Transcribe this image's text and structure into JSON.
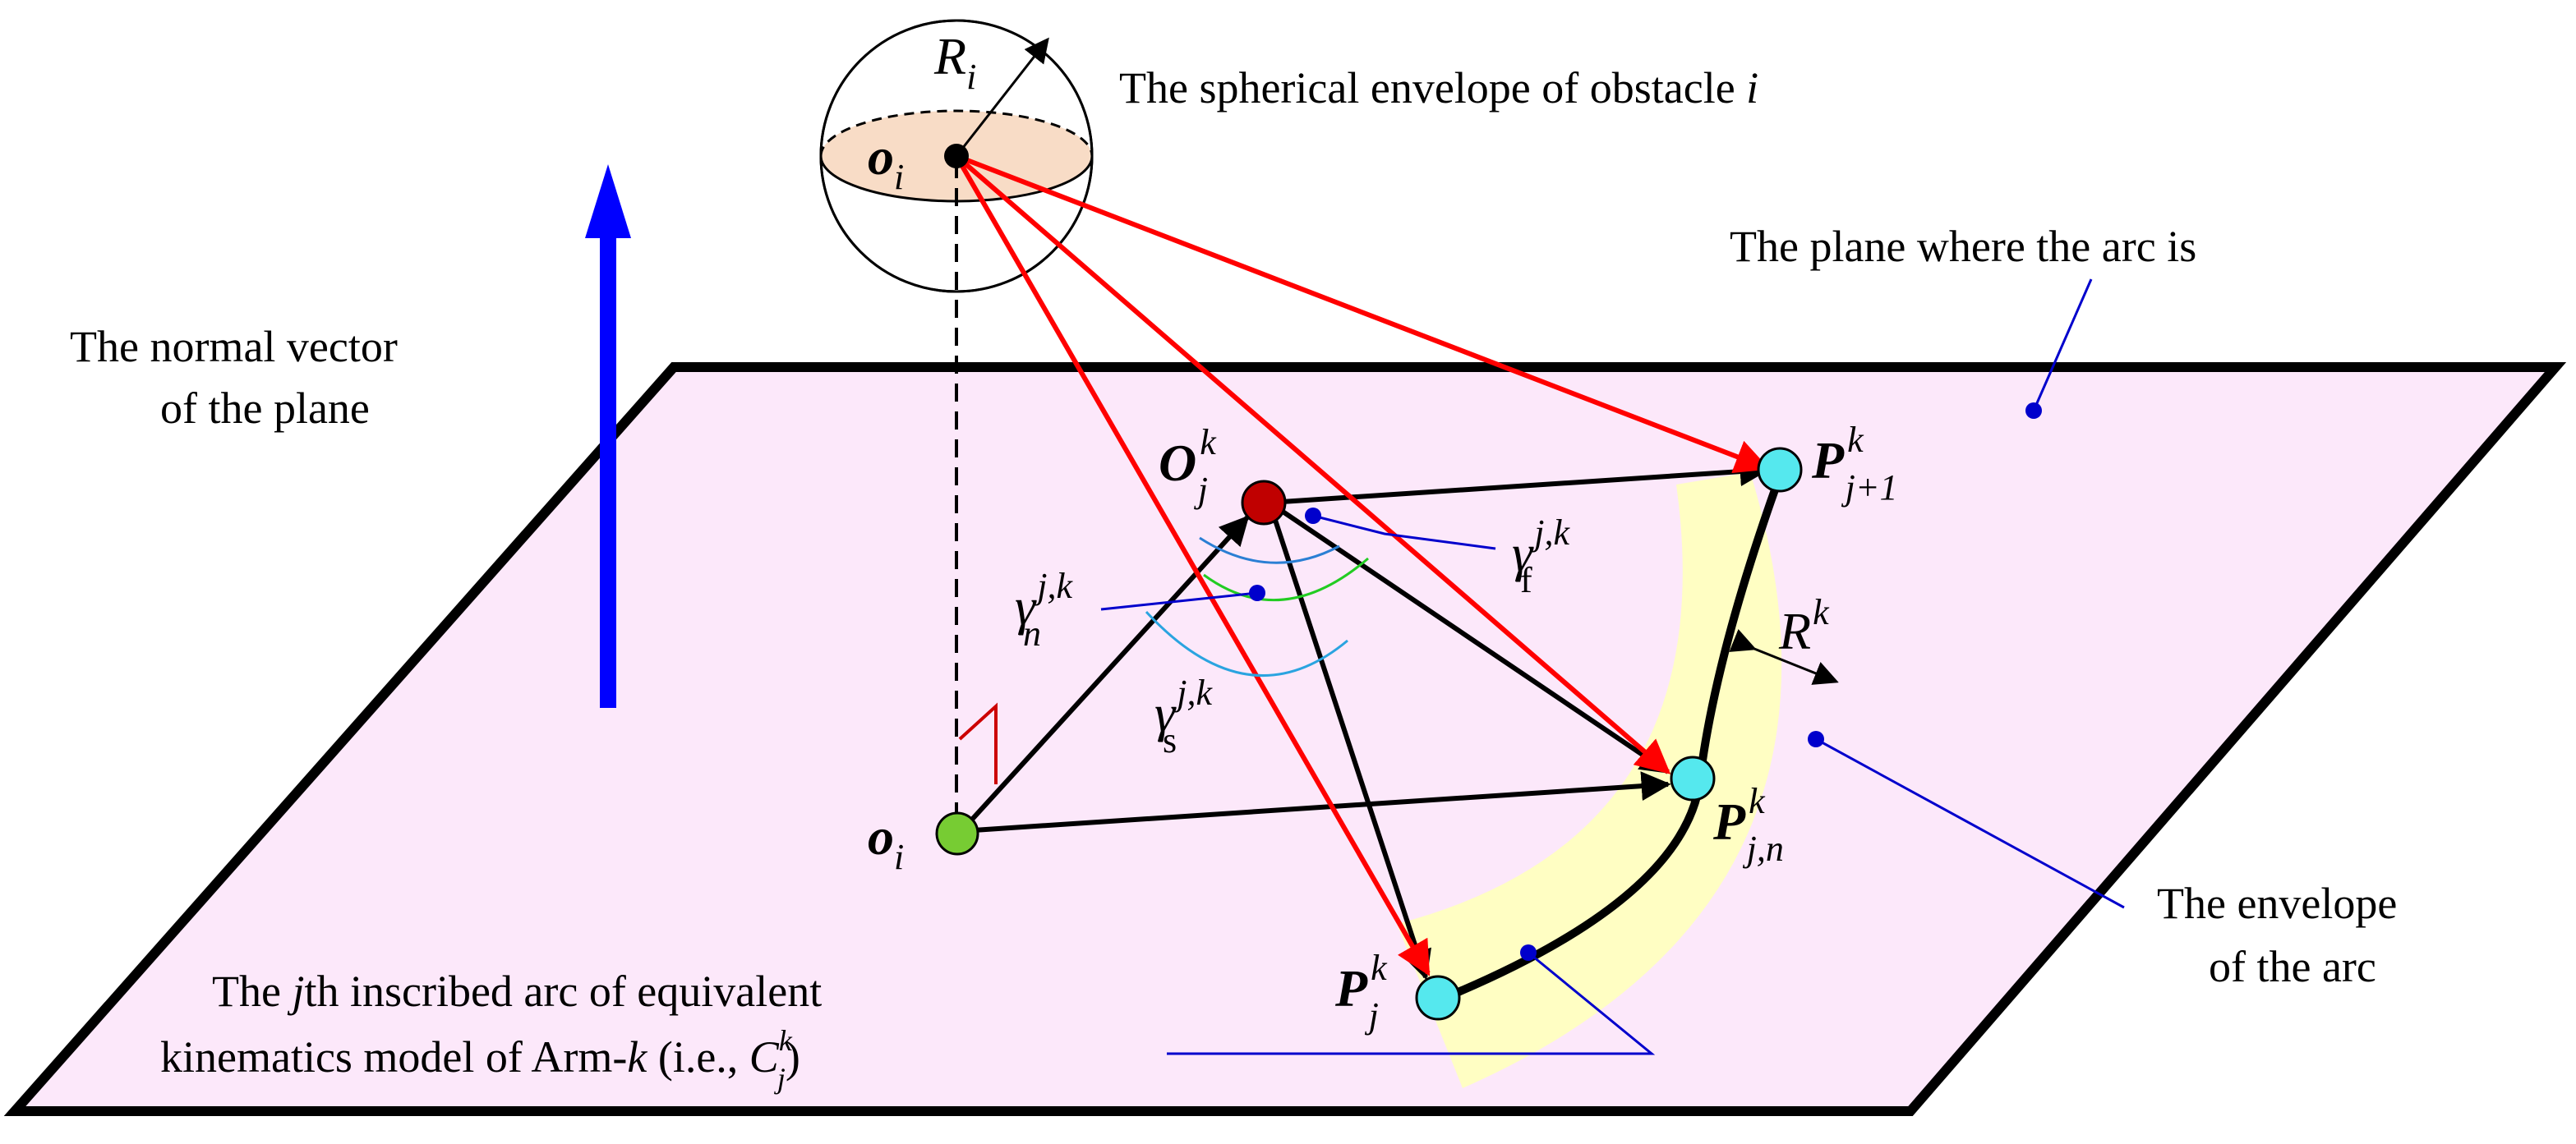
{
  "labels": {
    "sphere_caption": "The spherical envelope of obstacle ",
    "sphere_caption_i": "i",
    "plane_caption": "The plane where the arc is",
    "normal_line1": "The normal vector",
    "normal_line2": "of the plane",
    "envelope_line1": "The envelope",
    "envelope_line2": "of the arc",
    "arc_line1_a": "The ",
    "arc_line1_j": "j",
    "arc_line1_b": "th inscribed arc of equivalent",
    "arc_line2_a": "kinematics model of Arm-",
    "arc_line2_k": "k",
    "arc_line2_b": " (i.e., ",
    "arc_line2_C": "C",
    "arc_line2_sup": "k",
    "arc_line2_sub": "j",
    "arc_line2_end": ")"
  },
  "symbols": {
    "R_i": {
      "main": "R",
      "sub": "i"
    },
    "o_i": {
      "main": "o",
      "sub": "i"
    },
    "o_i_proj": {
      "main": "o",
      "sub": "i"
    },
    "O_jk": {
      "main": "O",
      "sup": "k",
      "sub": "j"
    },
    "P_jp1": {
      "main": "P",
      "sup": "k",
      "sub": "j+1"
    },
    "P_jn": {
      "main": "P",
      "sup": "k",
      "sub": "j,n"
    },
    "P_j": {
      "main": "P",
      "sup": "k",
      "sub": "j"
    },
    "R_k": {
      "main": "R",
      "sup": "k"
    },
    "gamma_f": {
      "main": "γ",
      "sup": "j,k",
      "sub": "f"
    },
    "gamma_n": {
      "main": "γ",
      "sup": "j,k",
      "sub": "n"
    },
    "gamma_s": {
      "main": "γ",
      "sup": "j,k",
      "sub": "s"
    }
  },
  "colors": {
    "plane_fill": "#fce8fa",
    "envelope_fill": "#ffffc0",
    "normal_arrow": "#0000ff",
    "red_vector": "#ff0000",
    "point_cyan": "#55e8ee",
    "point_red": "#c00000",
    "point_green": "#77cc33",
    "sphere_disc": "#f8dcc6",
    "leader_blue": "#0000cc"
  }
}
